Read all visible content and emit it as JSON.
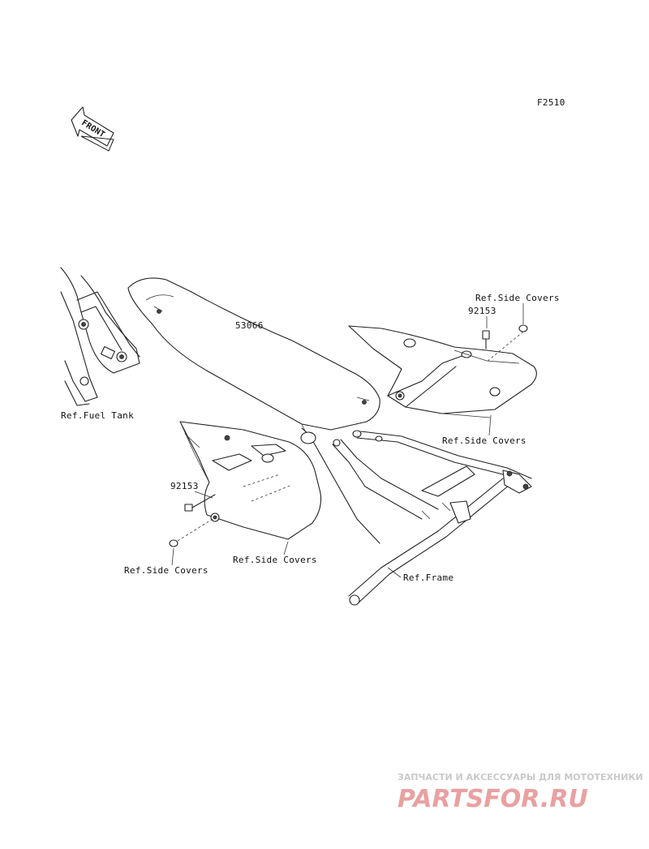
{
  "figure_code": "F2510",
  "front_indicator": "FRONT",
  "labels": {
    "seat": "53066",
    "fuel_tank_ref": "Ref.Fuel Tank",
    "bolt_right": "92153",
    "side_covers_top_right": "Ref.Side Covers",
    "side_covers_right": "Ref.Side Covers",
    "bolt_left": "92153",
    "side_covers_left": "Ref.Side Covers",
    "side_covers_bottom": "Ref.Side Covers",
    "frame_ref": "Ref.Frame"
  },
  "watermark": {
    "tagline": "ЗАПЧАСТИ И АКСЕССУАРЫ ДЛЯ МОТОТЕХНИКИ",
    "logo": "PARTSFOR.RU"
  },
  "colors": {
    "ink": "#222222",
    "background": "#ffffff",
    "watermark_logo": "#e8a1a1",
    "watermark_text": "#c9c9c9"
  }
}
